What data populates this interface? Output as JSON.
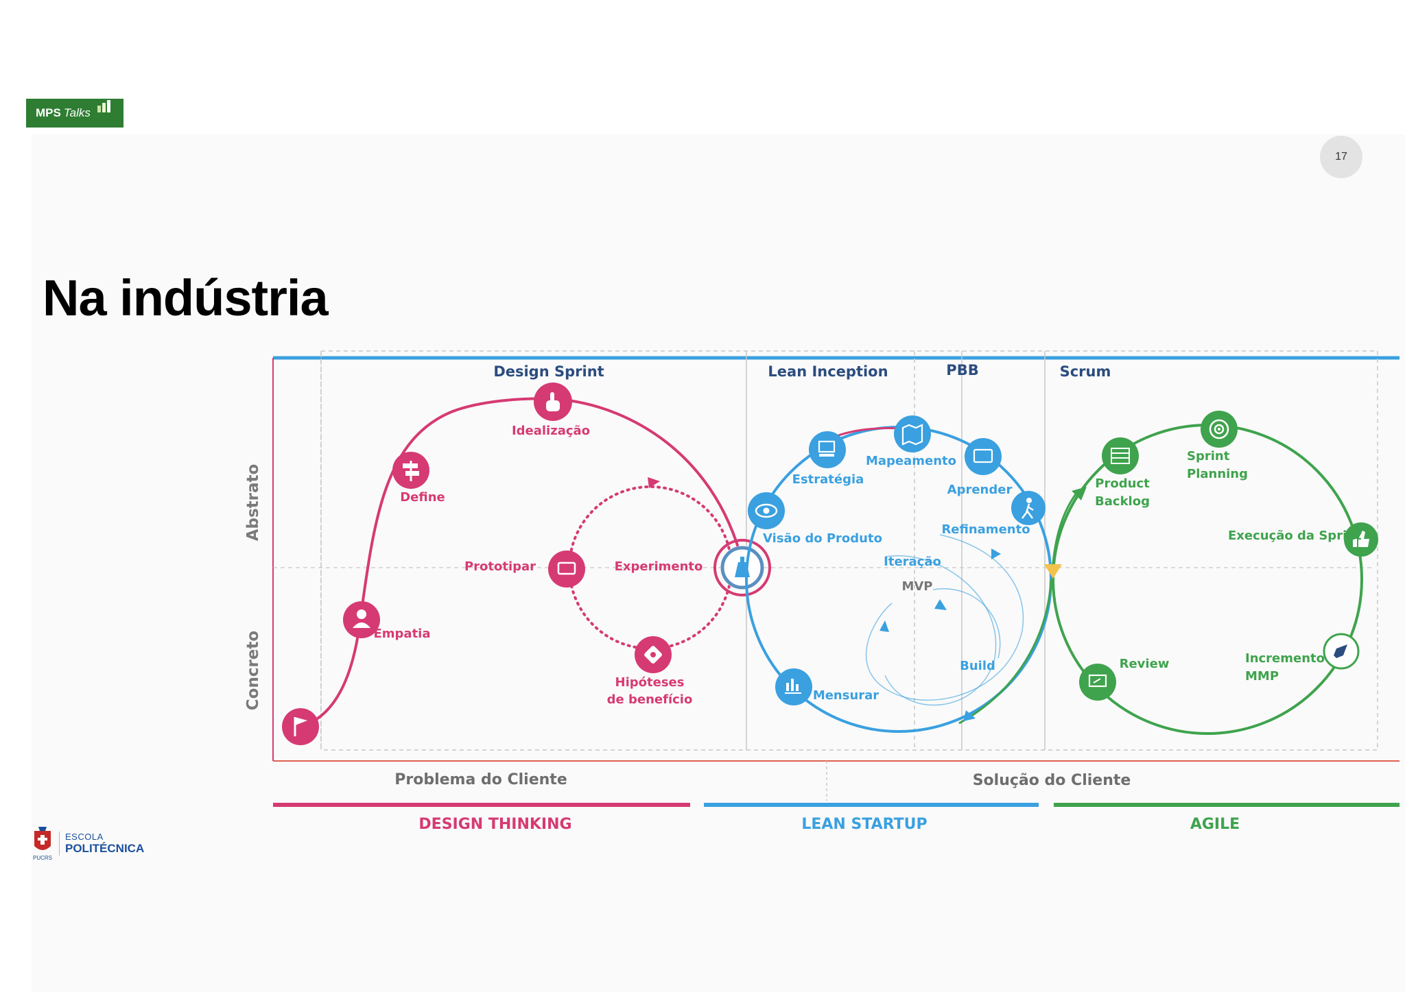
{
  "header": {
    "brand": "MPS",
    "brand_suffix": "Talks",
    "page_number": "17",
    "title": "Na indústria"
  },
  "footer_logo": {
    "line1": "ESCOLA",
    "line2": "POLITÉCNICA",
    "crest_text": "PUCRS"
  },
  "diagram": {
    "top_sections": [
      "Design Sprint",
      "Lean Inception",
      "PBB",
      "Scrum"
    ],
    "axis_labels": {
      "upper": "Abstrato",
      "lower": "Concreto"
    },
    "bottom_labels": {
      "left": "Problema do Cliente",
      "right": "Solução do Cliente"
    },
    "phases": [
      {
        "label": "DESIGN THINKING",
        "color": "#d63a72"
      },
      {
        "label": "LEAN STARTUP",
        "color": "#3aa0e0"
      },
      {
        "label": "AGILE",
        "color": "#3fa34d"
      }
    ],
    "design_sprint": {
      "idealizacao": "Idealização",
      "define": "Define",
      "empatia": "Empatia",
      "prototipar": "Prototipar",
      "experimento": "Experimento",
      "hipoteses_1": "Hipóteses",
      "hipoteses_2": "de benefício"
    },
    "lean": {
      "estrategia": "Estratégia",
      "mapeamento": "Mapeamento",
      "aprender": "Aprender",
      "visao": "Visão do Produto",
      "refinamento": "Refinamento",
      "iteracao": "Iteração",
      "mvp": "MVP",
      "build": "Build",
      "mensurar": "Mensurar"
    },
    "scrum": {
      "product_1": "Product",
      "product_2": "Backlog",
      "sprint_1": "Sprint",
      "sprint_2": "Planning",
      "execucao": "Execução da Sprint",
      "review": "Review",
      "incremento_1": "Incremento",
      "incremento_2": "MMP"
    },
    "colors": {
      "pink": "#d63a72",
      "blue": "#3aa0e0",
      "green": "#3fa34d",
      "navy": "#2b4c7e",
      "yellow": "#f3c24b"
    }
  }
}
